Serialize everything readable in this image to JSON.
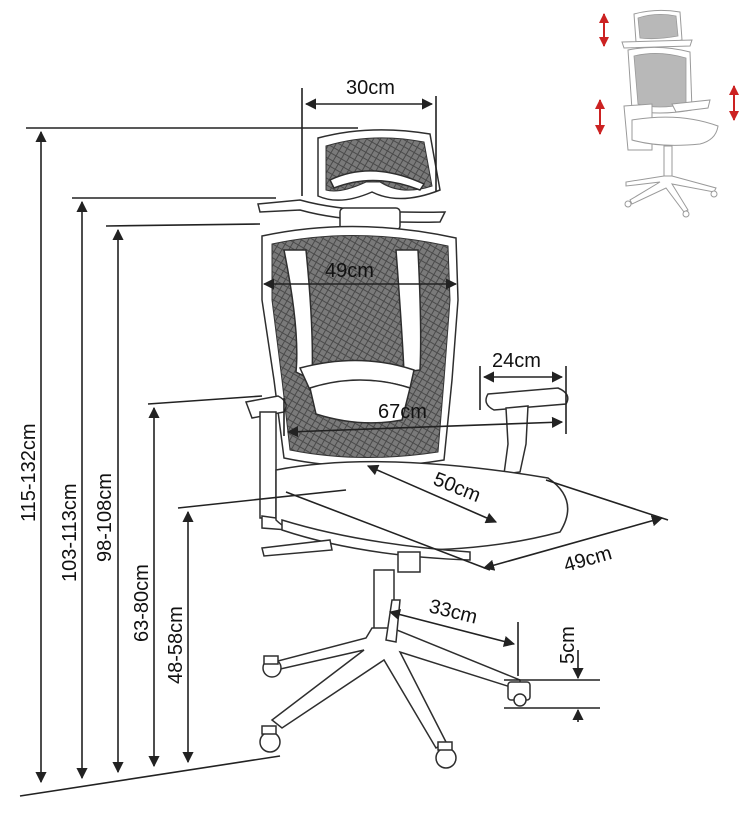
{
  "dimensions": {
    "headrest_width": "30cm",
    "backrest_width": "49cm",
    "armrest_depth": "24cm",
    "arm_span": "67cm",
    "seat_depth": "50cm",
    "seat_width": "49cm",
    "base_radius": "33cm",
    "caster_height": "5cm",
    "total_height": "115-132cm",
    "backrest_top_height": "103-113cm",
    "backrest_height": "98-108cm",
    "armrest_height": "63-80cm",
    "seat_height": "48-58cm"
  },
  "colors": {
    "mesh": "#6e6e6e",
    "frame": "#2e2e2e",
    "adjust_arrow": "#cc2222"
  },
  "icons": [
    "adjust-arrow-icon"
  ]
}
